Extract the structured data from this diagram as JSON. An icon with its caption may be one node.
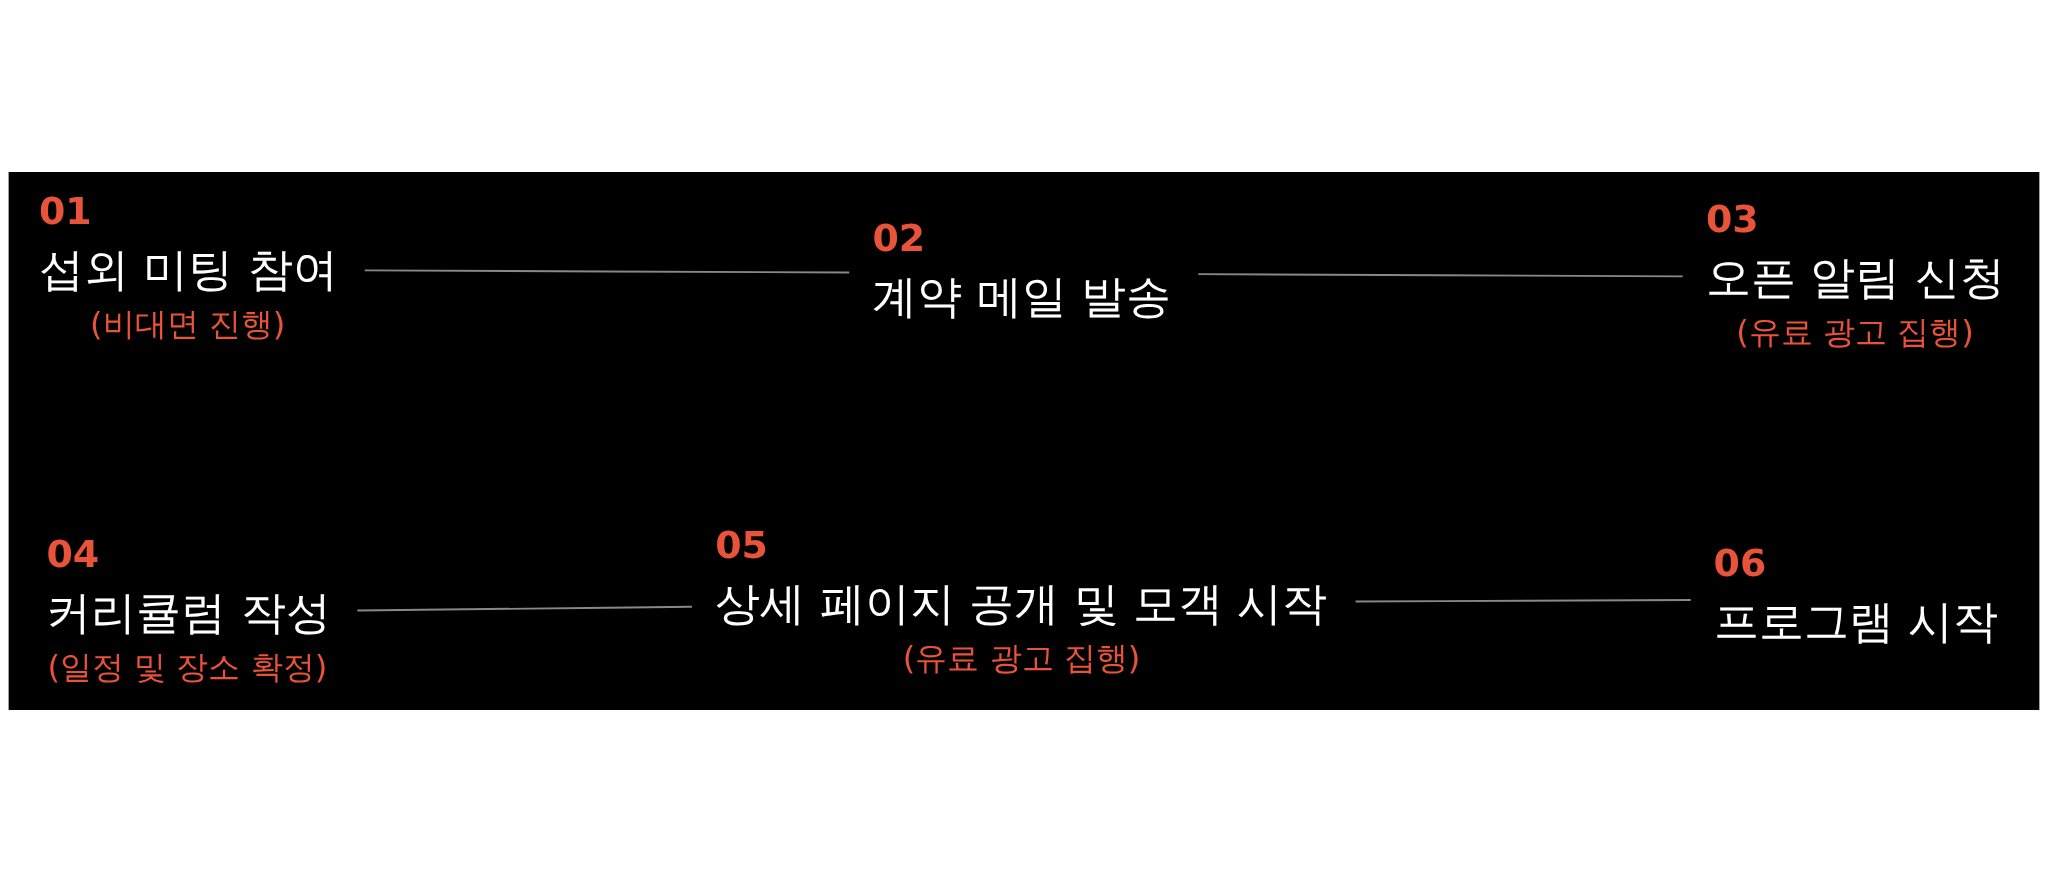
{
  "diagram": {
    "nodes": [
      {
        "text": [
          "01",
          "섭외 미팅 참여"
        ],
        "beside": [
          "(비대면 진행)"
        ]
      },
      {
        "text": [
          "02",
          "계약 메일 발송"
        ]
      },
      {
        "text": [
          "03",
          "오픈 알림 신청"
        ],
        "beside": [
          "(유료 광고 집행)"
        ]
      },
      {
        "text": [
          "04",
          "커리큘럼 작성"
        ],
        "beside": [
          "(일정 및 장소 확정)"
        ]
      },
      {
        "text": [
          "05",
          "상세 페이지 공개 및 모객 시작"
        ],
        "beside": [
          "(유료 광고 집행)"
        ]
      },
      {
        "text": [
          "06",
          "프로그램 시작"
        ]
      }
    ],
    "edges": [
      {
        "from": 0,
        "to": 1,
        "arrow": "none"
      },
      {
        "from": 1,
        "to": 2,
        "arrow": "none"
      },
      {
        "from": 3,
        "to": 4,
        "arrow": "none"
      },
      {
        "from": 4,
        "to": 5,
        "arrow": "none"
      }
    ]
  }
}
